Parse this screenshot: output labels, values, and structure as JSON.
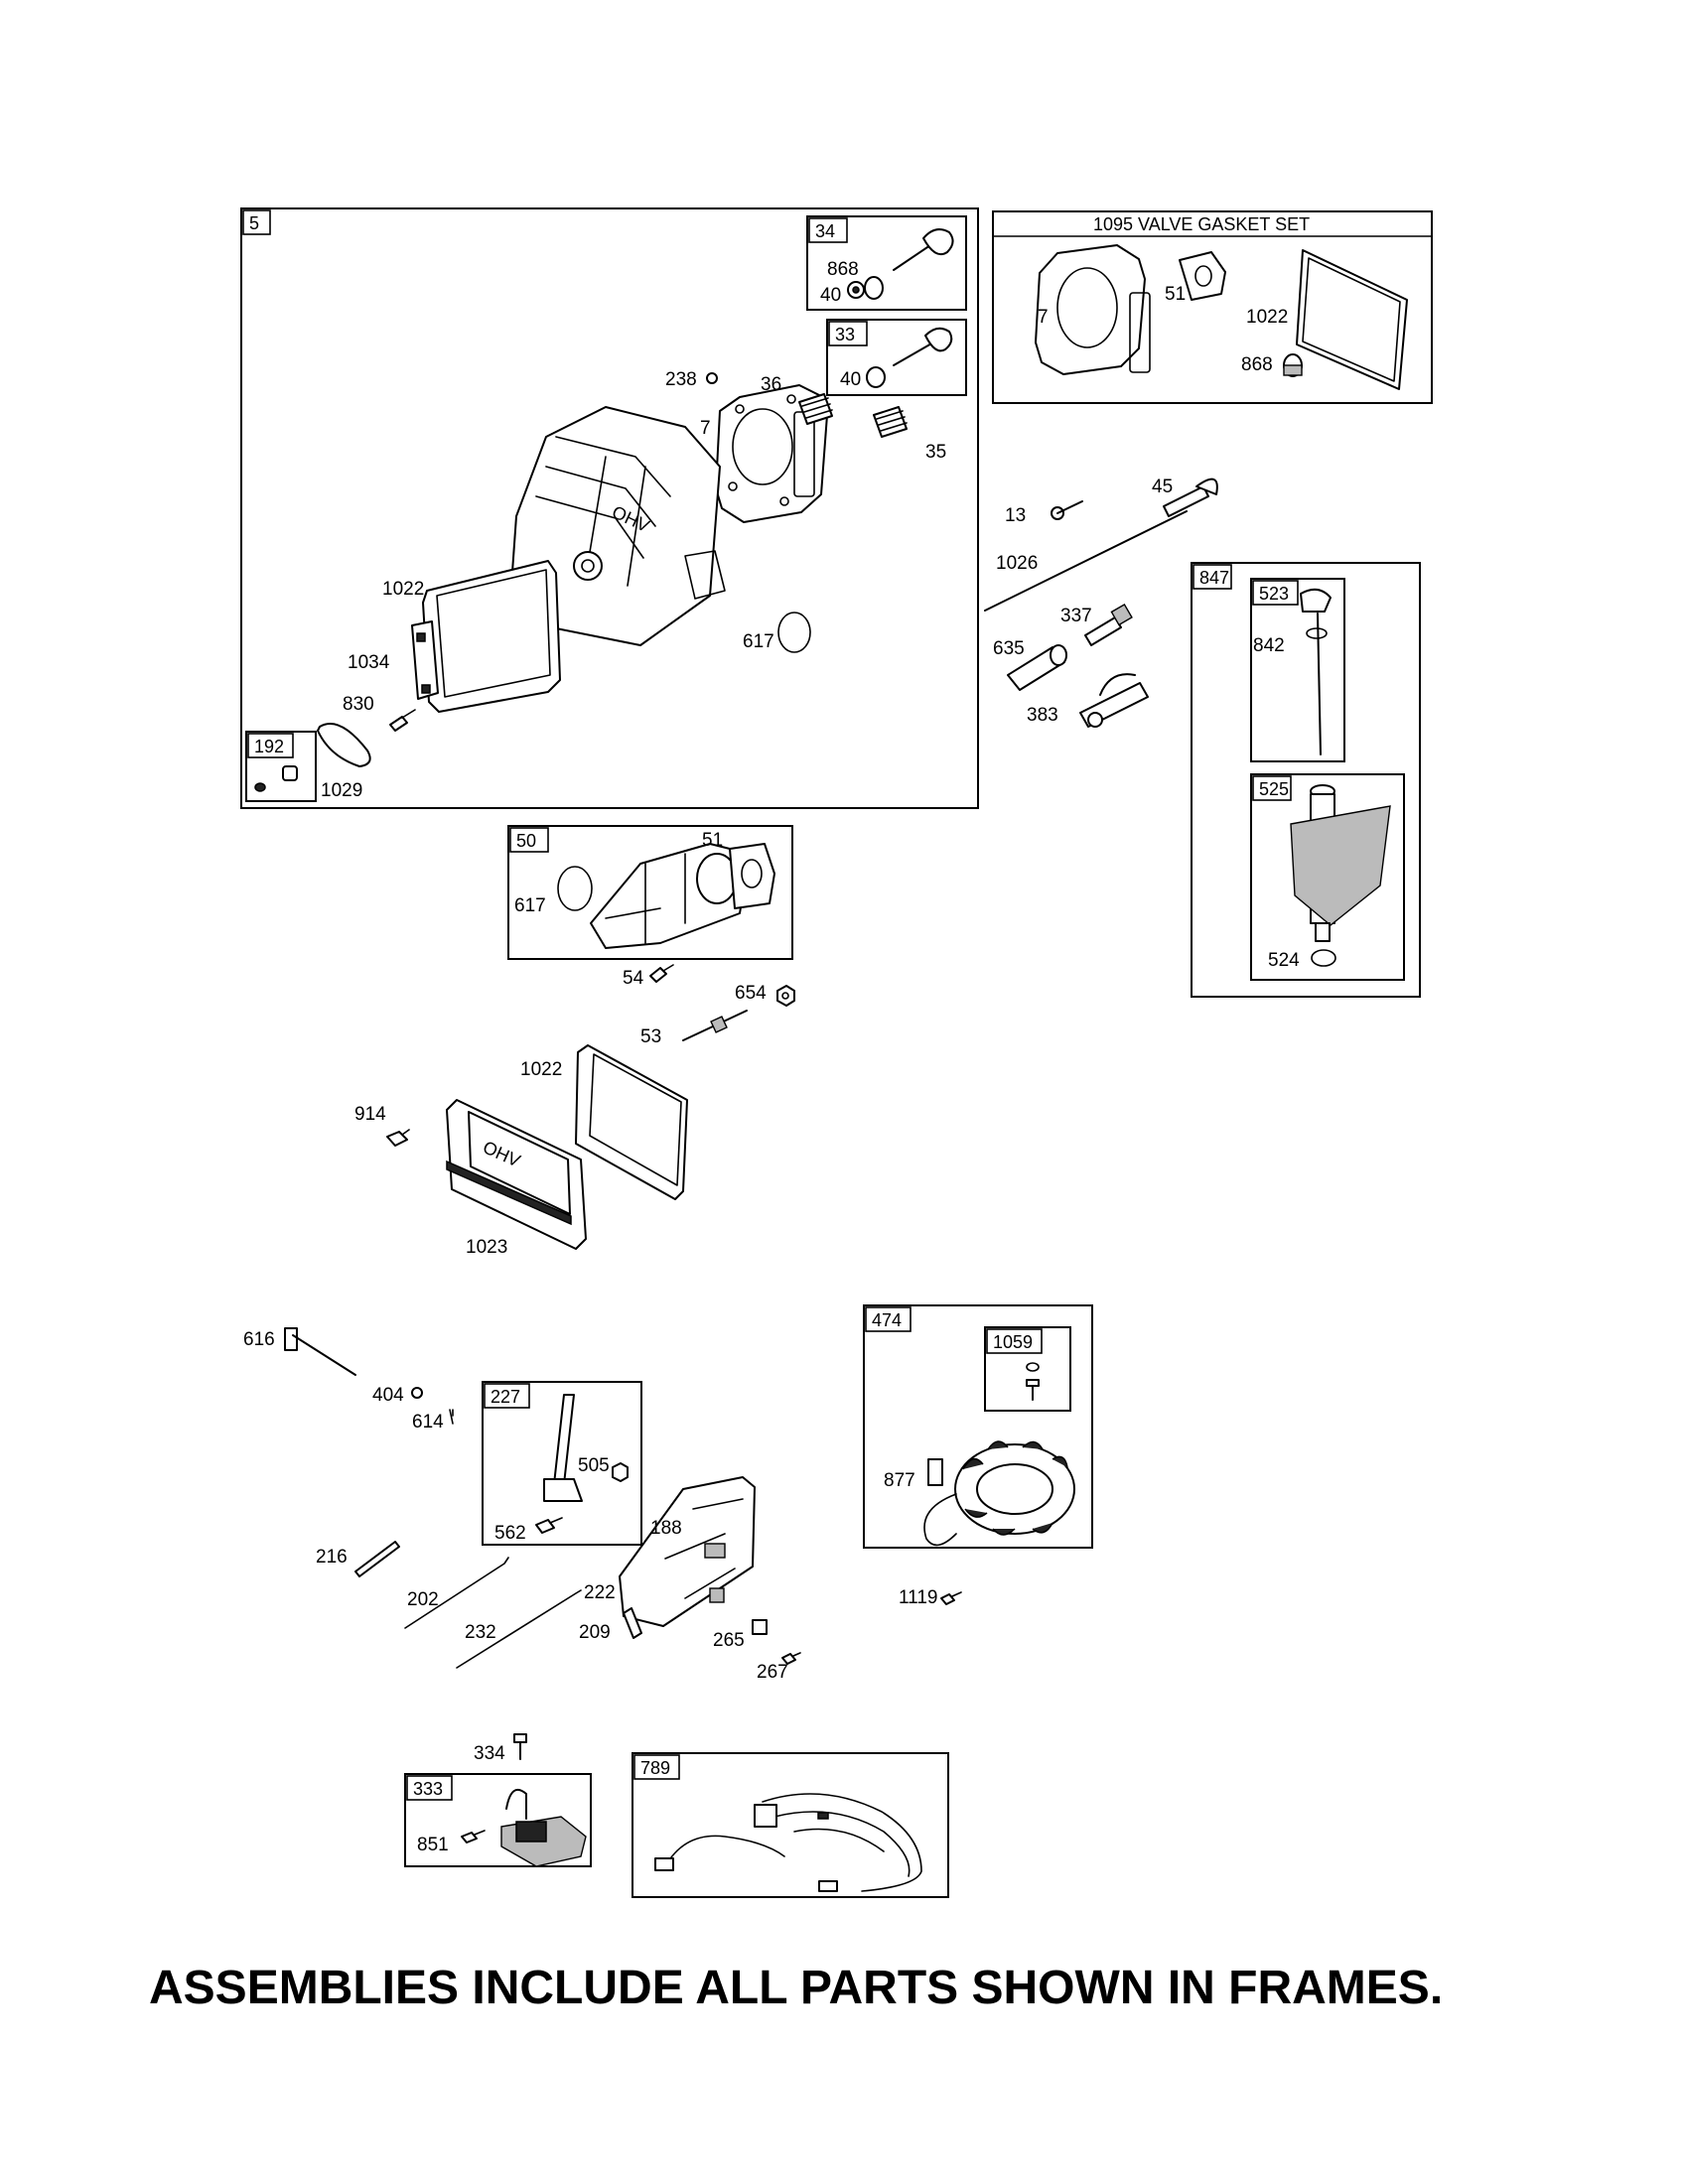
{
  "frames": {
    "cylinder_head": "5",
    "valve_exhaust": "34",
    "valve_intake": "33",
    "valve_gasket_set": "1095 VALVE GASKET SET",
    "breather_kit": "192",
    "intake_manifold": "50",
    "dipstick_tube": "847",
    "dipstick": "523",
    "tube_assy": "525",
    "control_bracket": "227",
    "alternator": "474",
    "alt_screw_kit": "1059",
    "armature": "333",
    "harness": "789"
  },
  "labels": {
    "p868a": "868",
    "p40a": "40",
    "p40b": "40",
    "p238": "238",
    "p36": "36",
    "p7a": "7",
    "p35": "35",
    "p1022a": "1022",
    "p617a": "617",
    "p1034": "1034",
    "p830": "830",
    "p1029": "1029",
    "p7b": "7",
    "p51a": "51",
    "p1022b": "1022",
    "p868b": "868",
    "p13": "13",
    "p45": "45",
    "p1026": "1026",
    "p337": "337",
    "p635": "635",
    "p383": "383",
    "p842": "842",
    "p524": "524",
    "p51b": "51",
    "p617b": "617",
    "p54": "54",
    "p654": "654",
    "p53": "53",
    "p1022c": "1022",
    "p914": "914",
    "p1023": "1023",
    "p616": "616",
    "p404": "404",
    "p614": "614",
    "p505": "505",
    "p562": "562",
    "p216": "216",
    "p188": "188",
    "p202": "202",
    "p222": "222",
    "p232": "232",
    "p209": "209",
    "p265": "265",
    "p267": "267",
    "p877": "877",
    "p1119": "1119",
    "p334": "334",
    "p851": "851"
  },
  "logos": {
    "valve_cover_emboss": "OHV",
    "head_emboss": "OHV"
  },
  "footer": "ASSEMBLIES INCLUDE ALL PARTS SHOWN IN FRAMES."
}
